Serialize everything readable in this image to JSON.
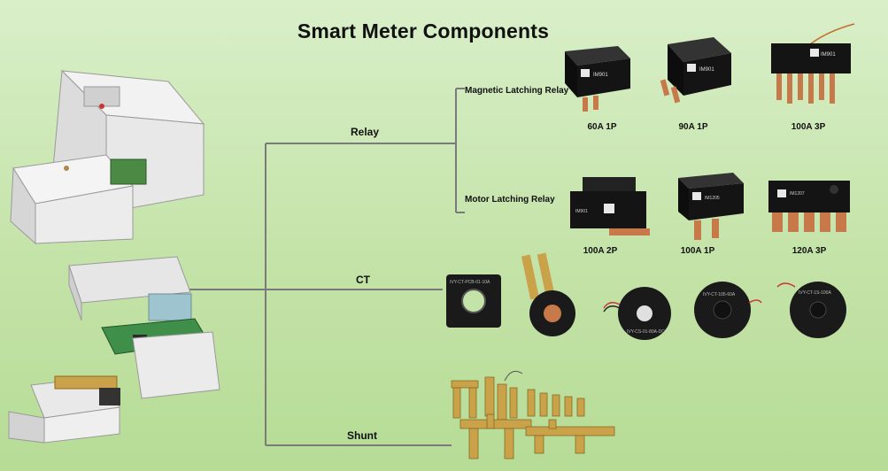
{
  "title": "Smart Meter Components",
  "branches": {
    "relay": "Relay",
    "ct": "CT",
    "shunt": "Shunt"
  },
  "relay_types": {
    "magnetic": "Magnetic Latching Relay",
    "motor": "Motor Latching Relay"
  },
  "ratings": {
    "mag_1": "60A 1P",
    "mag_2": "90A 1P",
    "mag_3": "100A 3P",
    "mot_1": "100A 2P",
    "mot_2": "100A 1P",
    "mot_3": "120A 3P"
  },
  "ct_markings": {
    "ct_1": "IVY-CT-PCB-01-10A",
    "ct_3": "IVY-CS-01-80A-DC",
    "ct_4": "IVY-CT-105-60A",
    "ct_5": "IVY-CT-1S-100A"
  },
  "relay_markings": {
    "mag_1": "IM901",
    "mag_2": "IM901",
    "mag_3": "IM901",
    "mot_1": "IM901",
    "mot_2": "IM1205",
    "mot_3": "IM1207"
  },
  "colors": {
    "connector": "#7a7a7a",
    "relay_body": "#141414",
    "copper": "#c8794a",
    "ct_body": "#1a1a1a",
    "brass": "#c9a24a"
  }
}
